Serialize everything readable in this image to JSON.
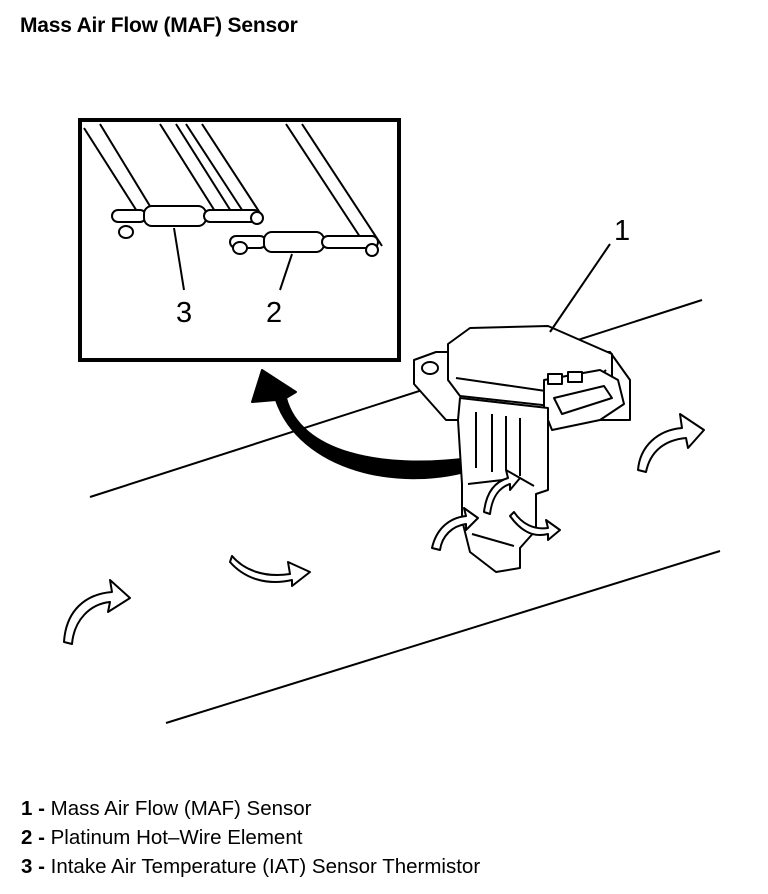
{
  "title": "Mass Air Flow (MAF) Sensor",
  "callouts": {
    "c1": "1",
    "c2": "2",
    "c3": "3"
  },
  "legend": [
    {
      "num": "1",
      "sep": " - ",
      "text": "Mass Air Flow (MAF) Sensor"
    },
    {
      "num": "2",
      "sep": " - ",
      "text": "Platinum Hot–Wire Element"
    },
    {
      "num": "3",
      "sep": " - ",
      "text": "Intake Air Temperature (IAT) Sensor Thermistor"
    }
  ]
}
